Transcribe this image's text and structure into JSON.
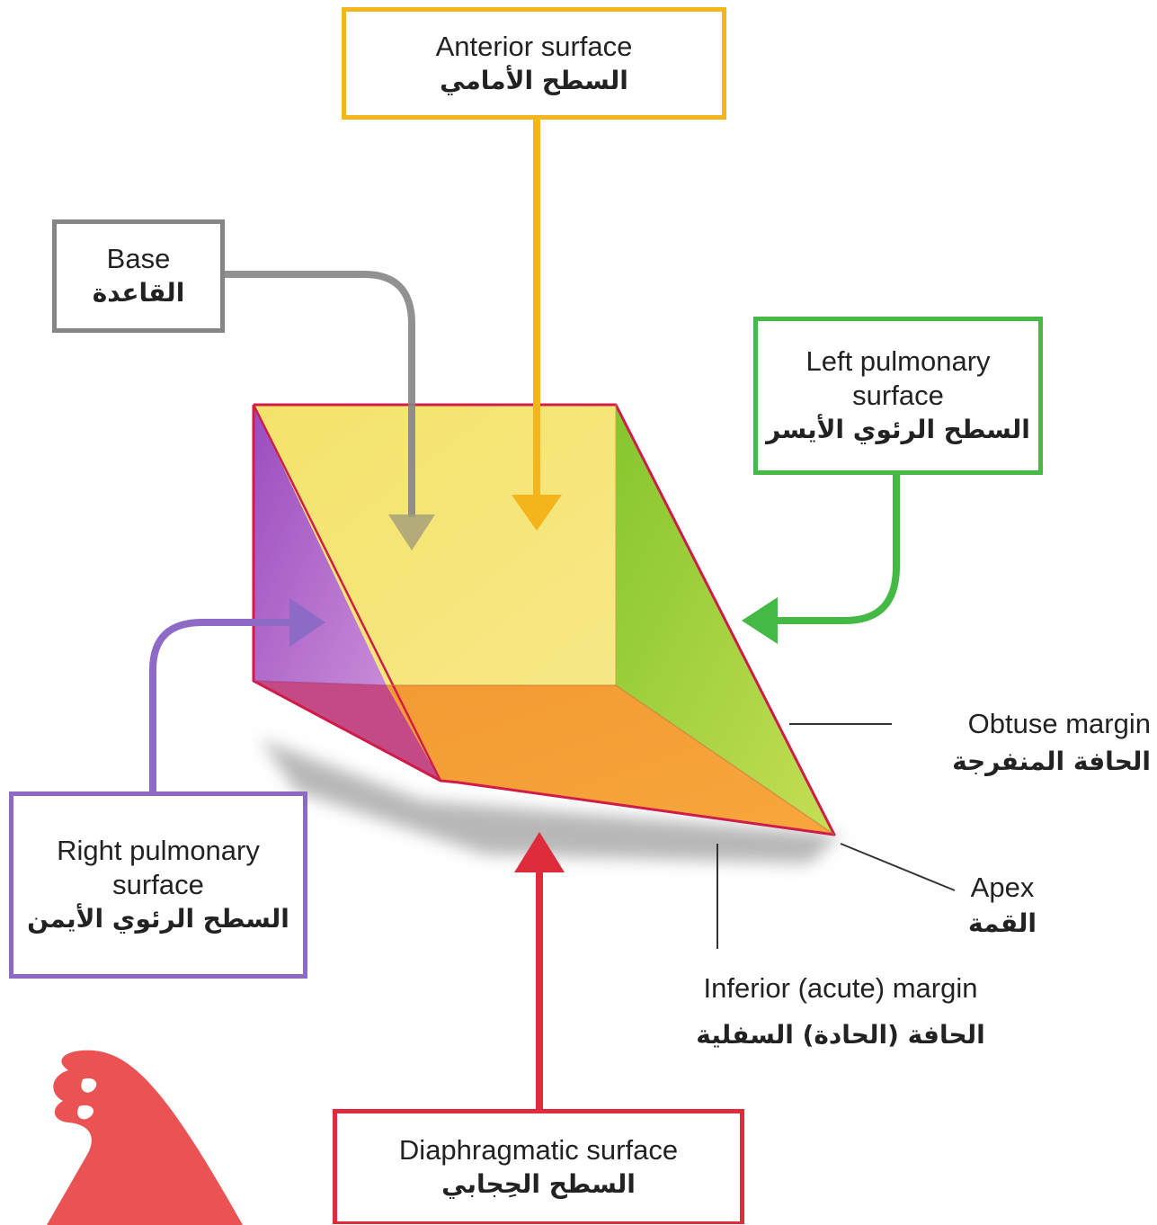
{
  "colors": {
    "anterior": "#f3b41c",
    "base": "#858585",
    "left_pulmonary": "#44b944",
    "right_pulmonary": "#8c6ac6",
    "diaphragmatic": "#df2c3c",
    "outline": "#d01c48",
    "logo": "#ea5254"
  },
  "labels": {
    "anterior": {
      "en": "Anterior surface",
      "ar": "السطح الأمامي"
    },
    "base": {
      "en": "Base",
      "ar": "القاعدة"
    },
    "left_pulmonary": {
      "en": [
        "Left pulmonary",
        "surface"
      ],
      "ar": "السطح الرئوي الأيسر"
    },
    "right_pulmonary": {
      "en": [
        "Right pulmonary",
        "surface"
      ],
      "ar": "السطح الرئوي الأيمن"
    },
    "diaphragmatic": {
      "en": "Diaphragmatic surface",
      "ar": "السطح الحِجابي"
    },
    "obtuse_margin": {
      "en": "Obtuse margin",
      "ar": "الحافة المنفرجة"
    },
    "apex": {
      "en": "Apex",
      "ar": "القمة"
    },
    "inferior_margin": {
      "en": "Inferior (acute) margin",
      "ar": "الحافة (الحادة) السفلية"
    }
  }
}
